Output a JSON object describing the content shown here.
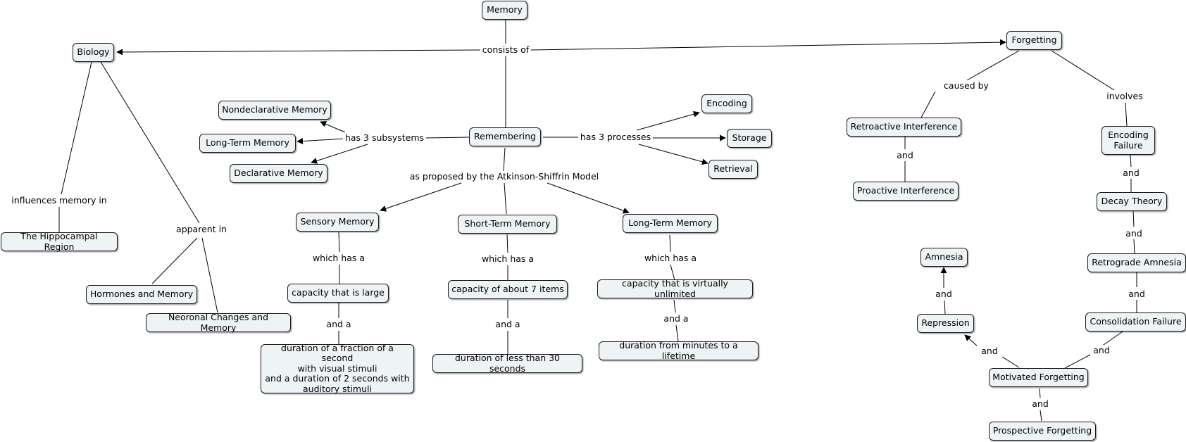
{
  "concepts": {
    "memory": "Memory",
    "biology": "Biology",
    "forgetting": "Forgetting",
    "remembering": "Remembering",
    "nondeclarative": "Nondeclarative Memory",
    "ltm_sub": "Long-Term Memory",
    "declarative": "Declarative Memory",
    "encoding": "Encoding",
    "storage": "Storage",
    "retrieval": "Retrieval",
    "sensory": "Sensory Memory",
    "stm": "Short-Term Memory",
    "ltm": "Long-Term Memory",
    "cap_large": "capacity that is large",
    "cap_7": "capacity of about 7 items",
    "cap_unlimited": "capacity that is virtually unlimited",
    "dur_sensory": "duration of a fraction of a second\nwith visual stimuli\nand a duration of 2 seconds with\nauditory stimuli",
    "dur_stm": "duration of less than 30 seconds",
    "dur_ltm": "duration from minutes to a lifetime",
    "hippocampal": "The Hippocampal Region",
    "hormones": "Hormones and Memory",
    "neuronal": "Neoronal Changes and Memory",
    "retroactive": "Retroactive Interference",
    "proactive": "Proactive Interference",
    "encoding_failure": "Encoding\nFailure",
    "decay": "Decay Theory",
    "retrograde": "Retrograde Amnesia",
    "consolidation": "Consolidation Failure",
    "motivated": "Motivated Forgetting",
    "prospective": "Prospective Forgetting",
    "repression": "Repression",
    "amnesia": "Amnesia"
  },
  "links": {
    "consists_of": "consists of",
    "has_3_subsystems": "has 3 subsystems",
    "has_3_processes": "has 3 processes",
    "atkinson_shiffrin": "as proposed by the Atkinson-Shiffrin Model",
    "influences": "influences memory in",
    "apparent_in": "apparent in",
    "which_has_a_1": "which has a",
    "which_has_a_2": "which has a",
    "which_has_a_3": "which has a",
    "and_a_1": "and a",
    "and_a_2": "and a",
    "and_a_3": "and a",
    "caused_by": "caused by",
    "involves": "involves",
    "and_retro": "and",
    "and_ef": "and",
    "and_decay": "and",
    "and_retrograde": "and",
    "and_consolidation": "and",
    "and_repression": "and",
    "and_amnesia": "and",
    "and_prospective": "and"
  }
}
